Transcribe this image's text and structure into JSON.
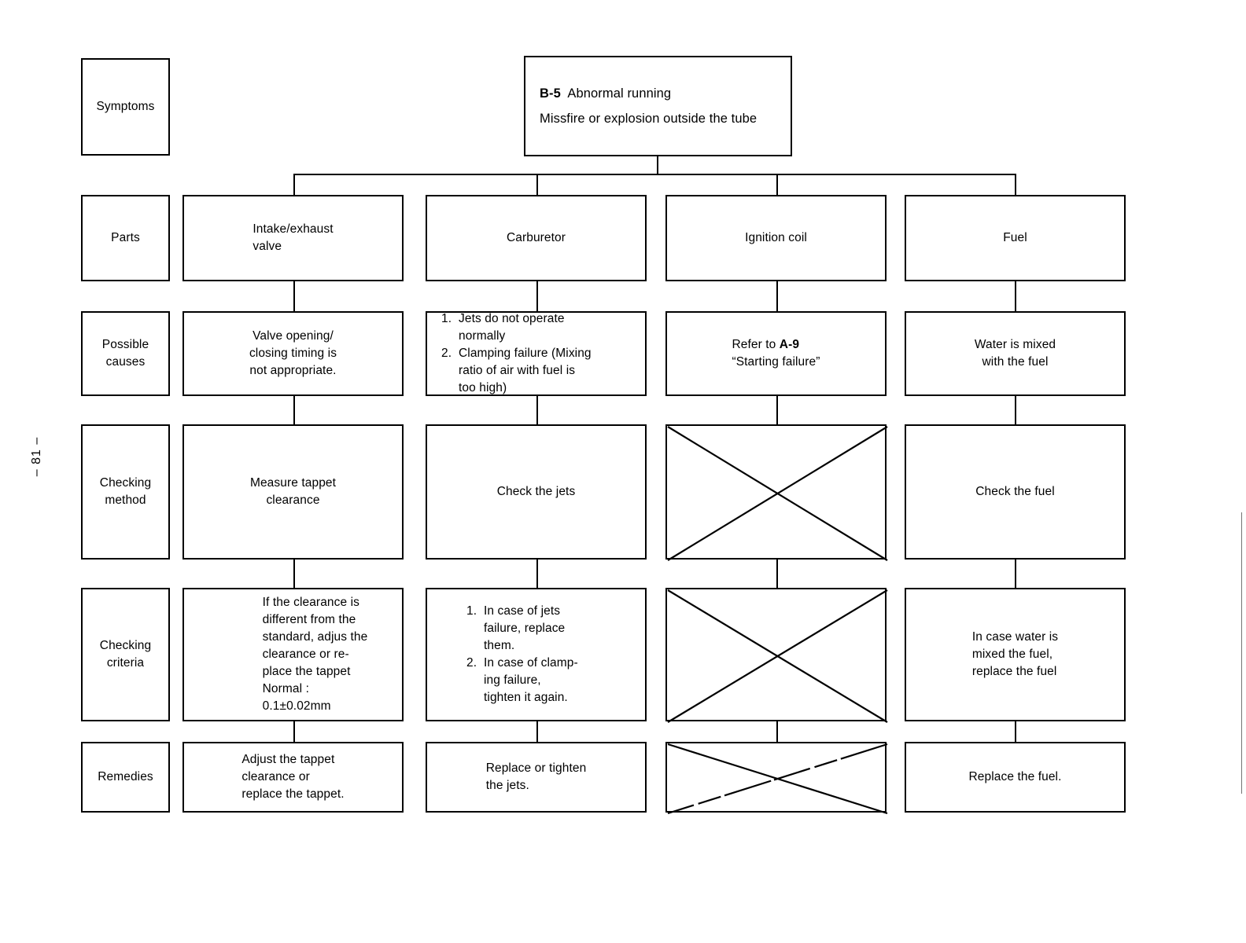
{
  "document": {
    "page_number": "– 81 –",
    "chart_id": "B-5",
    "chart_title": "Abnormal running",
    "chart_subtitle": "Missfire or explosion outside the tube"
  },
  "row_labels": [
    {
      "key": "symptoms",
      "label": "Symptoms"
    },
    {
      "key": "parts",
      "label": "Parts"
    },
    {
      "key": "possible_causes",
      "label": "Possible\ncauses"
    },
    {
      "key": "checking_method",
      "label": "Checking\nmethod"
    },
    {
      "key": "checking_criteria",
      "label": "Checking\ncriteria"
    },
    {
      "key": "remedies",
      "label": "Remedies"
    }
  ],
  "columns": [
    {
      "key": "intake_exhaust_valve",
      "part": "Intake/exhaust\nvalve",
      "possible_causes": "Valve opening/\nclosing timing is\nnot appropriate.",
      "checking_method": "Measure tappet\nclearance",
      "checking_criteria": "If the clearance is\ndifferent from the\nstandard, adjus the\nclearance or re-\nplace the tappet\nNormal :\n    0.1±0.02mm",
      "remedies": "Adjust the tappet\nclearance or\nreplace the tappet."
    },
    {
      "key": "carburetor",
      "part": "Carburetor",
      "possible_causes_items": [
        {
          "num": "1.",
          "text": "Jets do not operate\nnormally"
        },
        {
          "num": "2.",
          "text": "Clamping failure (Mixing\nratio of air with fuel is\ntoo high)"
        }
      ],
      "checking_method": "Check the jets",
      "checking_criteria_items": [
        {
          "num": "1.",
          "text": "In case of jets\nfailure, replace\nthem."
        },
        {
          "num": "2.",
          "text": "In case of clamp-\ning failure,\ntighten it again."
        }
      ],
      "remedies": "Replace or tighten\nthe jets."
    },
    {
      "key": "ignition_coil",
      "part": "Ignition coil",
      "possible_causes_prefix": "Refer to ",
      "possible_causes_ref": "A-9",
      "possible_causes_suffix": "“Starting failure”",
      "checking_method": "",
      "checking_criteria": "",
      "remedies": ""
    },
    {
      "key": "fuel",
      "part": "Fuel",
      "possible_causes": "Water is mixed\nwith the fuel",
      "checking_method": "Check the fuel",
      "checking_criteria": "In case water is\nmixed the fuel,\nreplace the fuel",
      "remedies": "Replace the fuel."
    }
  ],
  "void_cells": [
    {
      "column": "ignition_coil",
      "row": "checking_method"
    },
    {
      "column": "ignition_coil",
      "row": "checking_criteria"
    },
    {
      "column": "ignition_coil",
      "row": "remedies"
    }
  ],
  "colors": {
    "ink": "#000000",
    "paper": "#ffffff"
  }
}
